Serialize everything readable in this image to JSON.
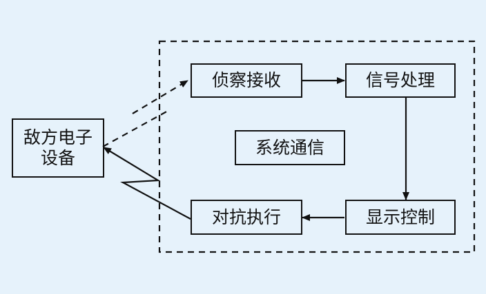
{
  "blocks": {
    "enemy_line1": "敌方电子",
    "enemy_line2": "设备",
    "recon": "侦察接收",
    "signal": "信号处理",
    "comm": "系统通信",
    "display": "显示控制",
    "counter": "对抗执行"
  },
  "colors": {
    "background": "#e6f2fb",
    "stroke": "#111111"
  }
}
